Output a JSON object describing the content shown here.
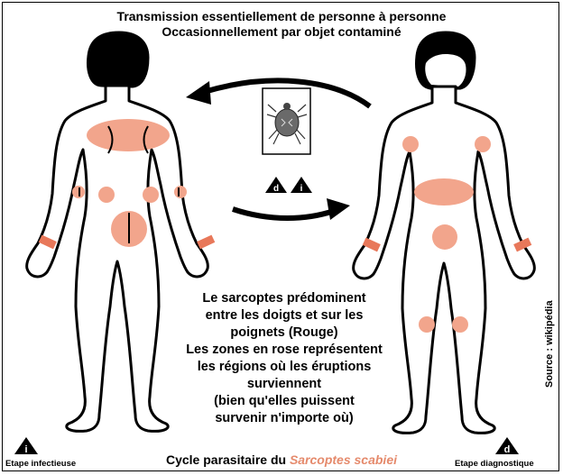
{
  "titles": {
    "line1": "Transmission essentiellement de personne à personne",
    "line2": "Occasionnellement par objet contaminé"
  },
  "center_text": [
    "Le sarcoptes prédominent",
    "entre les doigts et sur les",
    "poignets (Rouge)",
    "Les zones en rose représentent",
    "les régions où les éruptions",
    "surviennent",
    "(bien qu'elles puissent",
    "survenir n'importe où)"
  ],
  "caption": {
    "prefix": "Cycle parasitaire du ",
    "species": "Sarcoptes scabiei"
  },
  "stages": {
    "infectious": {
      "symbol": "i",
      "label": "Etape infectieuse"
    },
    "diagnostic": {
      "symbol": "d",
      "label": "Etape diagnostique"
    }
  },
  "source": "Source : wikipédia",
  "colors": {
    "rash_pink": "#f2a58c",
    "mite_red": "#e8785a",
    "caption_accent": "#e58a6c",
    "ink": "#000000"
  },
  "icons": [
    "arrow-left-icon",
    "arrow-right-icon",
    "mite-icon",
    "warning-triangle-icon"
  ]
}
